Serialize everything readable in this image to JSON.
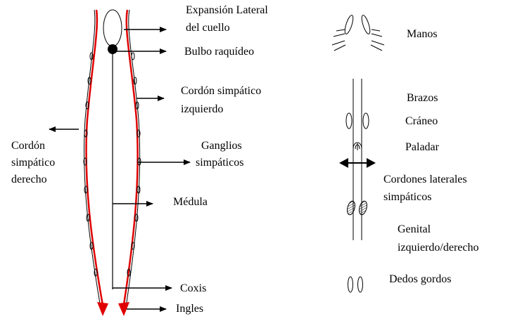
{
  "colors": {
    "cord": "#e00000",
    "line": "#000000",
    "background": "#ffffff"
  },
  "left_diagram": {
    "expansion_line1": "Expansión Lateral",
    "expansion_line2": "del cuello",
    "bulbo": "Bulbo raquídeo",
    "cordon_izq_line1": "Cordón simpático",
    "cordon_izq_line2": "izquierdo",
    "cordon_der_line1": "Cordón",
    "cordon_der_line2": "simpático",
    "cordon_der_line3": "derecho",
    "ganglios_line1": "Ganglios",
    "ganglios_line2": "simpáticos",
    "medula": "Médula",
    "coxis": "Coxis",
    "ingles": "Ingles"
  },
  "right_diagram": {
    "manos": "Manos",
    "brazos": "Brazos",
    "craneo": "Cráneo",
    "paladar": "Paladar",
    "cordones_line1": "Cordones laterales",
    "cordones_line2": "simpáticos",
    "genital_line1": "Genital",
    "genital_line2": "izquierdo/derecho",
    "dedos": "Dedos gordos"
  }
}
